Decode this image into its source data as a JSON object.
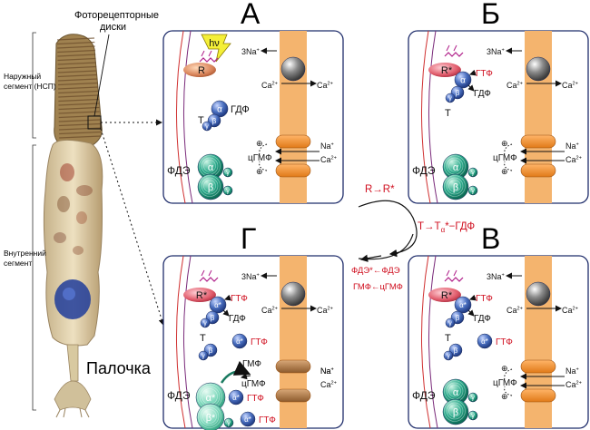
{
  "photoreceptor_discs_label": "Фотореце­пторные\nдиски",
  "outer_segment_label": "Наружный\nсегмент (НСП)",
  "inner_segment_label": "Внутренний\nсегмент",
  "rod_label": "Палочка",
  "panels": {
    "A": "А",
    "B": "Б",
    "C": "В",
    "D": "Г"
  },
  "molecules": {
    "hv": "hν",
    "R": "R",
    "R_star": "R*",
    "alpha": "α",
    "alpha_star": "α*",
    "beta": "β",
    "beta_star": "β*",
    "gamma": "γ",
    "T": "Т",
    "GDP": "ГДФ",
    "GTP": "ГТФ",
    "PDE": "ФДЭ",
    "cGMP": "цГМФ",
    "GMP": "ГМФ",
    "Na3": "3Na",
    "Na": "Na",
    "Ca": "Ca",
    "plus_sup": "+",
    "ca_sup": "2+",
    "circle_plus": "⊕"
  },
  "cycle": {
    "step1": "R→R*",
    "step2": "T→T",
    "step2_sub": "α",
    "step2_tail": "*−ГДФ",
    "step3a": "ФДЭ*←ФДЭ",
    "step3b": "ГМФ←цГМФ"
  },
  "colors": {
    "red_text": "#d01020",
    "membrane_orange": "#f4b46e",
    "panel_border": "#1f2d6b",
    "rhodopsin": "#e05a6a",
    "transducin_blue": "#4a6fc0",
    "pde_green": "#2aa98a"
  }
}
